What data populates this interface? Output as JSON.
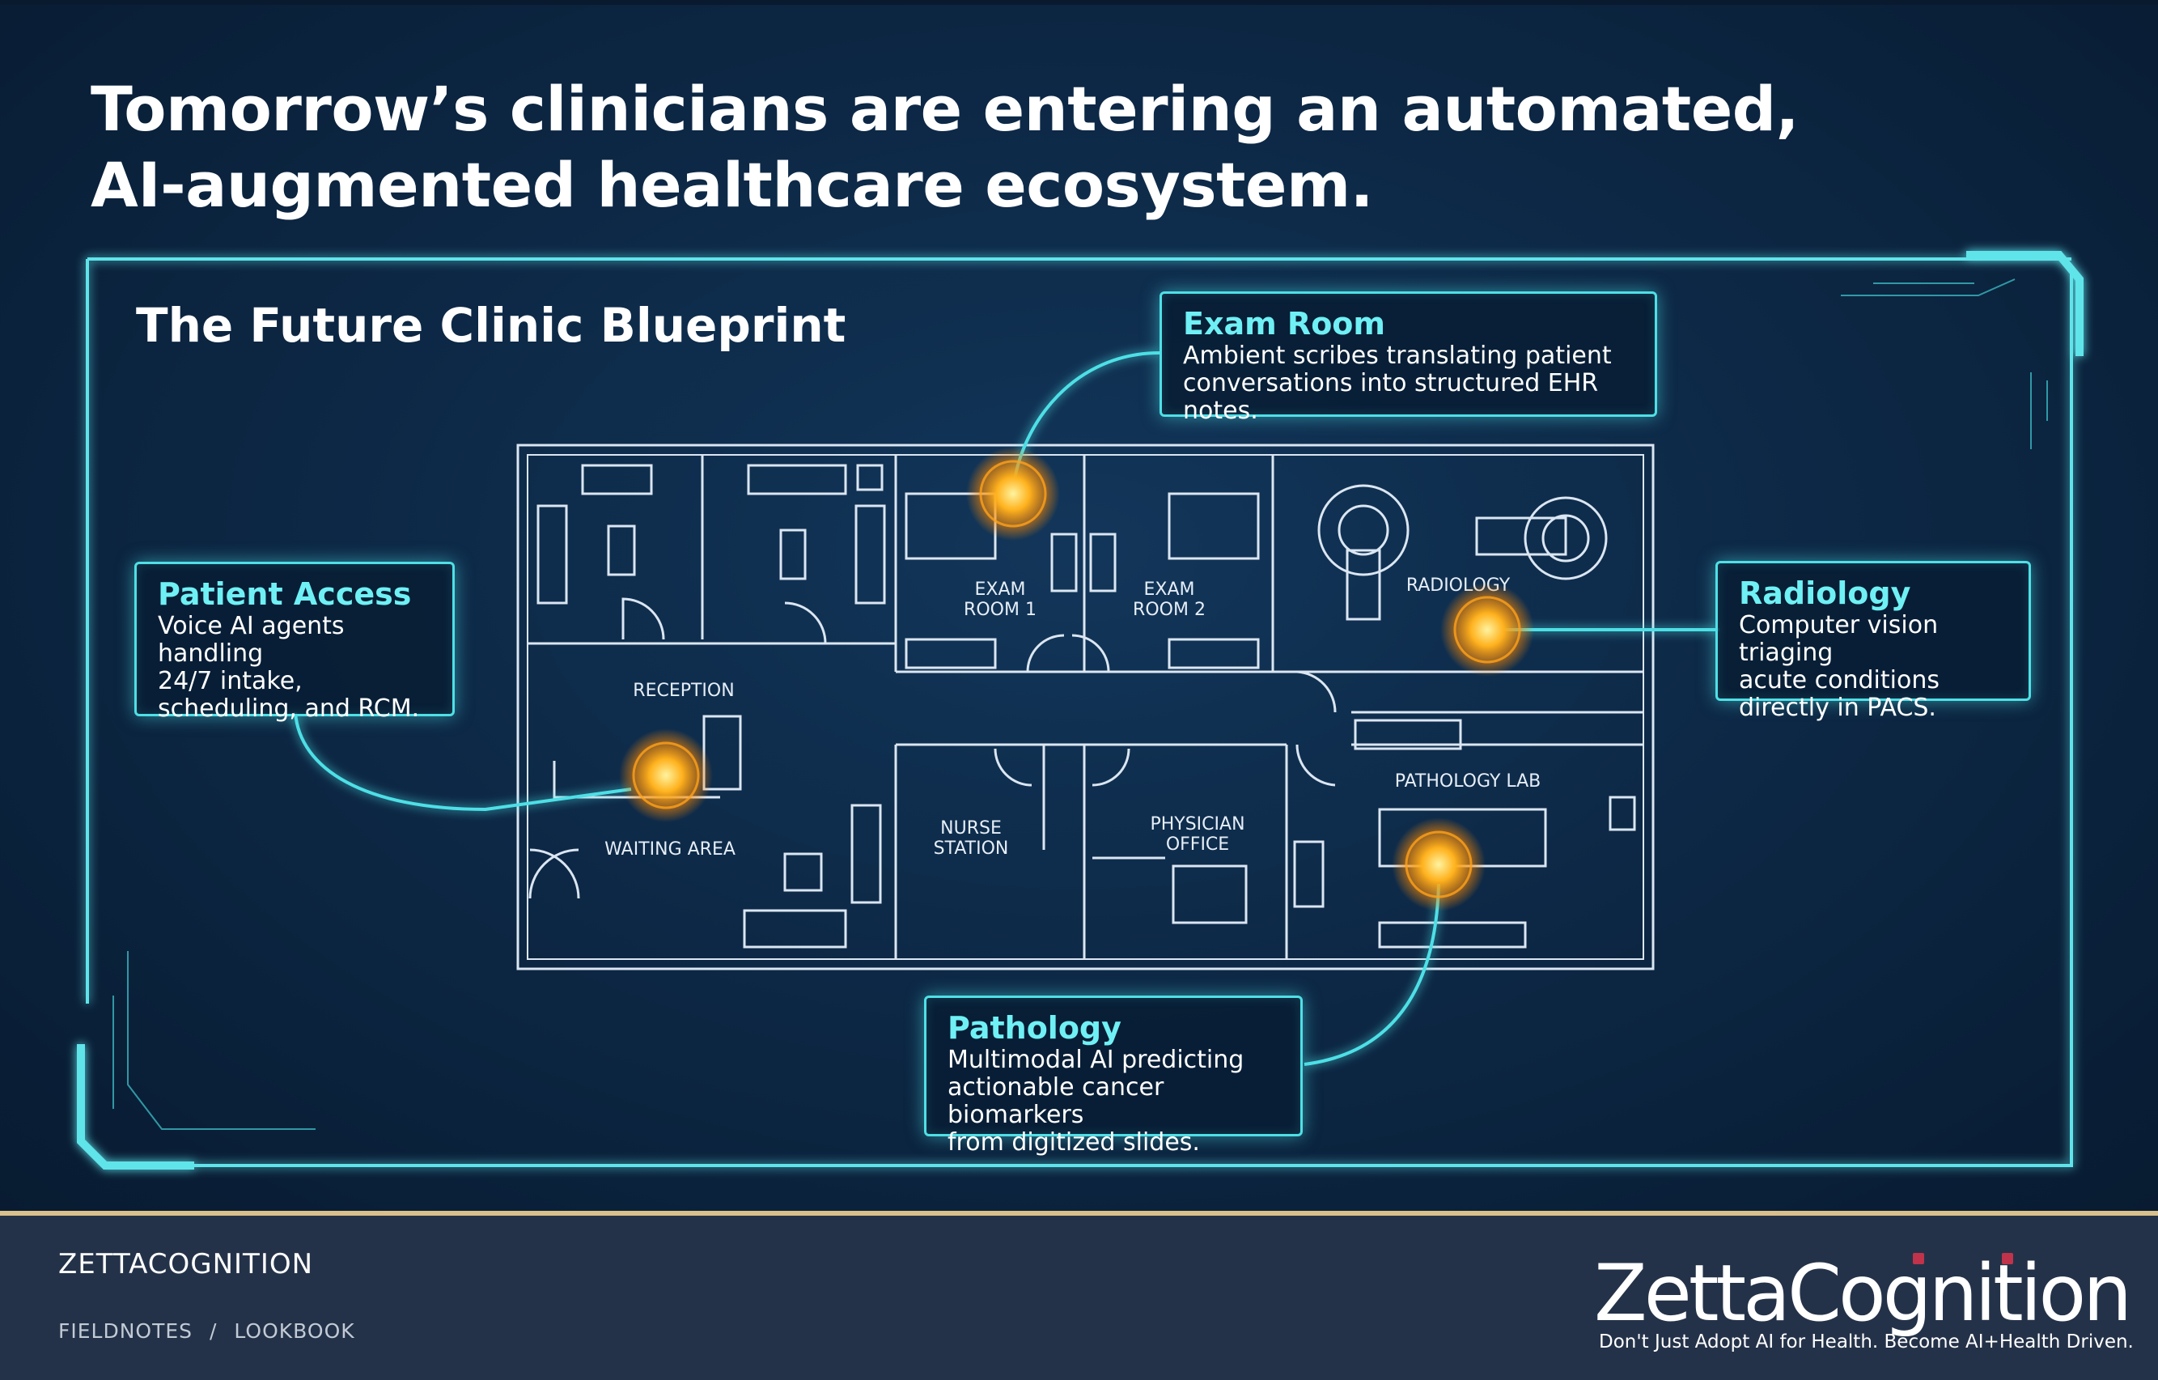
{
  "headline": {
    "line1": "Tomorrow’s clinicians are entering an automated,",
    "line2": "AI-augmented healthcare ecosystem."
  },
  "blueprint": {
    "title": "The Future Clinic Blueprint",
    "rooms": {
      "exam1_a": "EXAM",
      "exam1_b": "ROOM 1",
      "exam2_a": "EXAM",
      "exam2_b": "ROOM 2",
      "radiology": "RADIOLOGY",
      "reception": "RECEPTION",
      "waiting": "WAITING AREA",
      "nurse_a": "NURSE",
      "nurse_b": "STATION",
      "physician_a": "PHYSICIAN",
      "physician_b": "OFFICE",
      "pathology_lab": "PATHOLOGY LAB"
    },
    "callouts": {
      "exam_room": {
        "title": "Exam Room",
        "text": "Ambient scribes translating patient\nconversations into structured EHR notes."
      },
      "patient_access": {
        "title": "Patient Access",
        "text": "Voice AI agents handling\n24/7 intake,\nscheduling, and RCM."
      },
      "radiology": {
        "title": "Radiology",
        "text": "Computer vision triaging\nacute conditions\ndirectly in PACS."
      },
      "pathology": {
        "title": "Pathology",
        "text": "Multimodal AI predicting\nactionable cancer biomarkers\nfrom digitized slides."
      }
    }
  },
  "colors": {
    "accent": "#4ee0e6",
    "hotspot": "#ffa31a",
    "background": "#0d2947",
    "footer": "#243249",
    "footer_rule": "#d9c08a"
  },
  "footer": {
    "brand": "ZETTACOGNITION",
    "crumb1": "FIELDNOTES",
    "separator": "/",
    "crumb2": "LOOKBOOK",
    "logo": "ZettaCognition",
    "tagline": "Don't Just Adopt AI for Health. Become AI+Health Driven."
  }
}
